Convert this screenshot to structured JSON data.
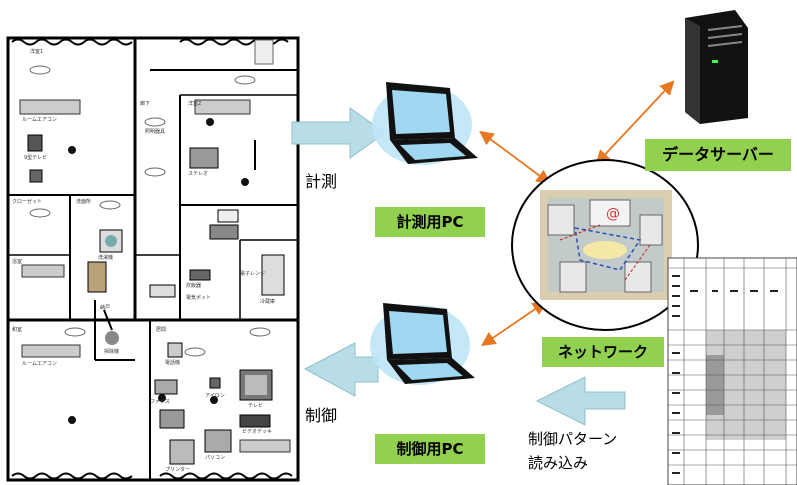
{
  "labels": {
    "measure_pc": "計測用PC",
    "control_pc": "制御用PC",
    "data_server": "データサーバー",
    "network": "ネットワーク",
    "measure": "計測",
    "control": "制御",
    "pattern_line1": "制御パターン",
    "pattern_line2": "読み込み"
  },
  "floorplan": {
    "rooms": [
      "洋室1",
      "洋室2",
      "廊下",
      "クローゼット",
      "洗面所",
      "浴室",
      "納戸",
      "和室",
      "居間"
    ],
    "small_labels": [
      "ルームエアコン",
      "9型テレビ",
      "電子レンジ",
      "冷蔵庫",
      "炊飯器",
      "電気ポット",
      "洗濯機",
      "掃除機",
      "照明器具",
      "ステレオ",
      "ルームエアコン",
      "パソコン",
      "プリンター",
      "ファクス",
      "アイロン",
      "ビデオデッキ",
      "テレビ",
      "電話機"
    ]
  },
  "colors": {
    "label_green": "#92d050",
    "arrow_orange": "#e87722",
    "block_arrow_fill": "#b8dde6",
    "block_arrow_stroke": "#8fbfcc",
    "monitor_blue": "#9fd8f0",
    "server_black": "#1a1a1a"
  }
}
